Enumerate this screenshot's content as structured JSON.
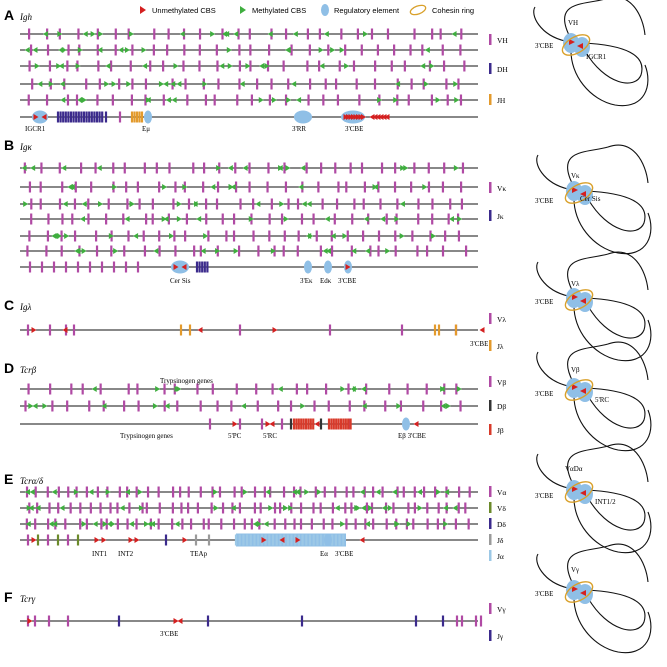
{
  "legend": {
    "unmethylated": "Unmethylated CBS",
    "methylated": "Methylated CBS",
    "regulatory": "Regulatory element",
    "cohesin": "Cohesin ring"
  },
  "colors": {
    "v": "#b04aa4",
    "d": "#3b2a8c",
    "j_orange": "#e39a2c",
    "j_red": "#d83a2a",
    "j_gray": "#9a9a9a",
    "j_light": "#9cc8e6",
    "d_dark": "#333333",
    "unmeth": "#d42020",
    "meth": "#3fae3f",
    "reg": "#8fbfe6",
    "cohesin": "#d9a02a"
  },
  "panels": [
    {
      "letter": "A",
      "locus": "Igh",
      "elements": [
        "IGCR1",
        "Eμ",
        "3'RR",
        "3'CBE"
      ],
      "segments": [
        "VH",
        "DH",
        "JH"
      ],
      "loop": {
        "top": "VH",
        "left": "3'CBE",
        "right": "IGCR1"
      }
    },
    {
      "letter": "B",
      "locus": "Igκ",
      "elements": [
        "Cer Sis",
        "3'Eκ",
        "Edκ",
        "3'CBE"
      ],
      "segments": [
        "Vκ",
        "Jκ"
      ],
      "loop": {
        "top": "Vκ",
        "left": "3'CBE",
        "right": "Cer Sis"
      }
    },
    {
      "letter": "C",
      "locus": "Igλ",
      "elements": [
        "3'CBE"
      ],
      "segments": [
        "Vλ",
        "Jλ"
      ],
      "loop": {
        "top": "Vλ",
        "left": "3'CBE",
        "right": ""
      }
    },
    {
      "letter": "D",
      "locus": "Tcrβ",
      "elements": [
        "Trypsinogen genes",
        "Trypsinogen genes",
        "5'PC",
        "5'RC",
        "Eβ 3'CBE"
      ],
      "segments": [
        "Vβ",
        "Dβ",
        "Jβ"
      ],
      "loop": {
        "top": "Vβ",
        "left": "3'CBE",
        "right": "5'RC"
      }
    },
    {
      "letter": "E",
      "locus": "Tcrα/δ",
      "elements": [
        "INT1",
        "INT2",
        "TEAp",
        "Eα",
        "3'CBE"
      ],
      "segments": [
        "Vα",
        "Vδ",
        "Dδ",
        "Jδ",
        "Jα"
      ],
      "loop": {
        "top": "VαDα",
        "left": "3'CBE",
        "right": "INT1/2"
      }
    },
    {
      "letter": "F",
      "locus": "Tcrγ",
      "elements": [
        "3'CBE"
      ],
      "segments": [
        "Vγ",
        "Jγ"
      ],
      "loop": {
        "top": "Vγ",
        "left": "3'CBE",
        "right": ""
      }
    }
  ]
}
